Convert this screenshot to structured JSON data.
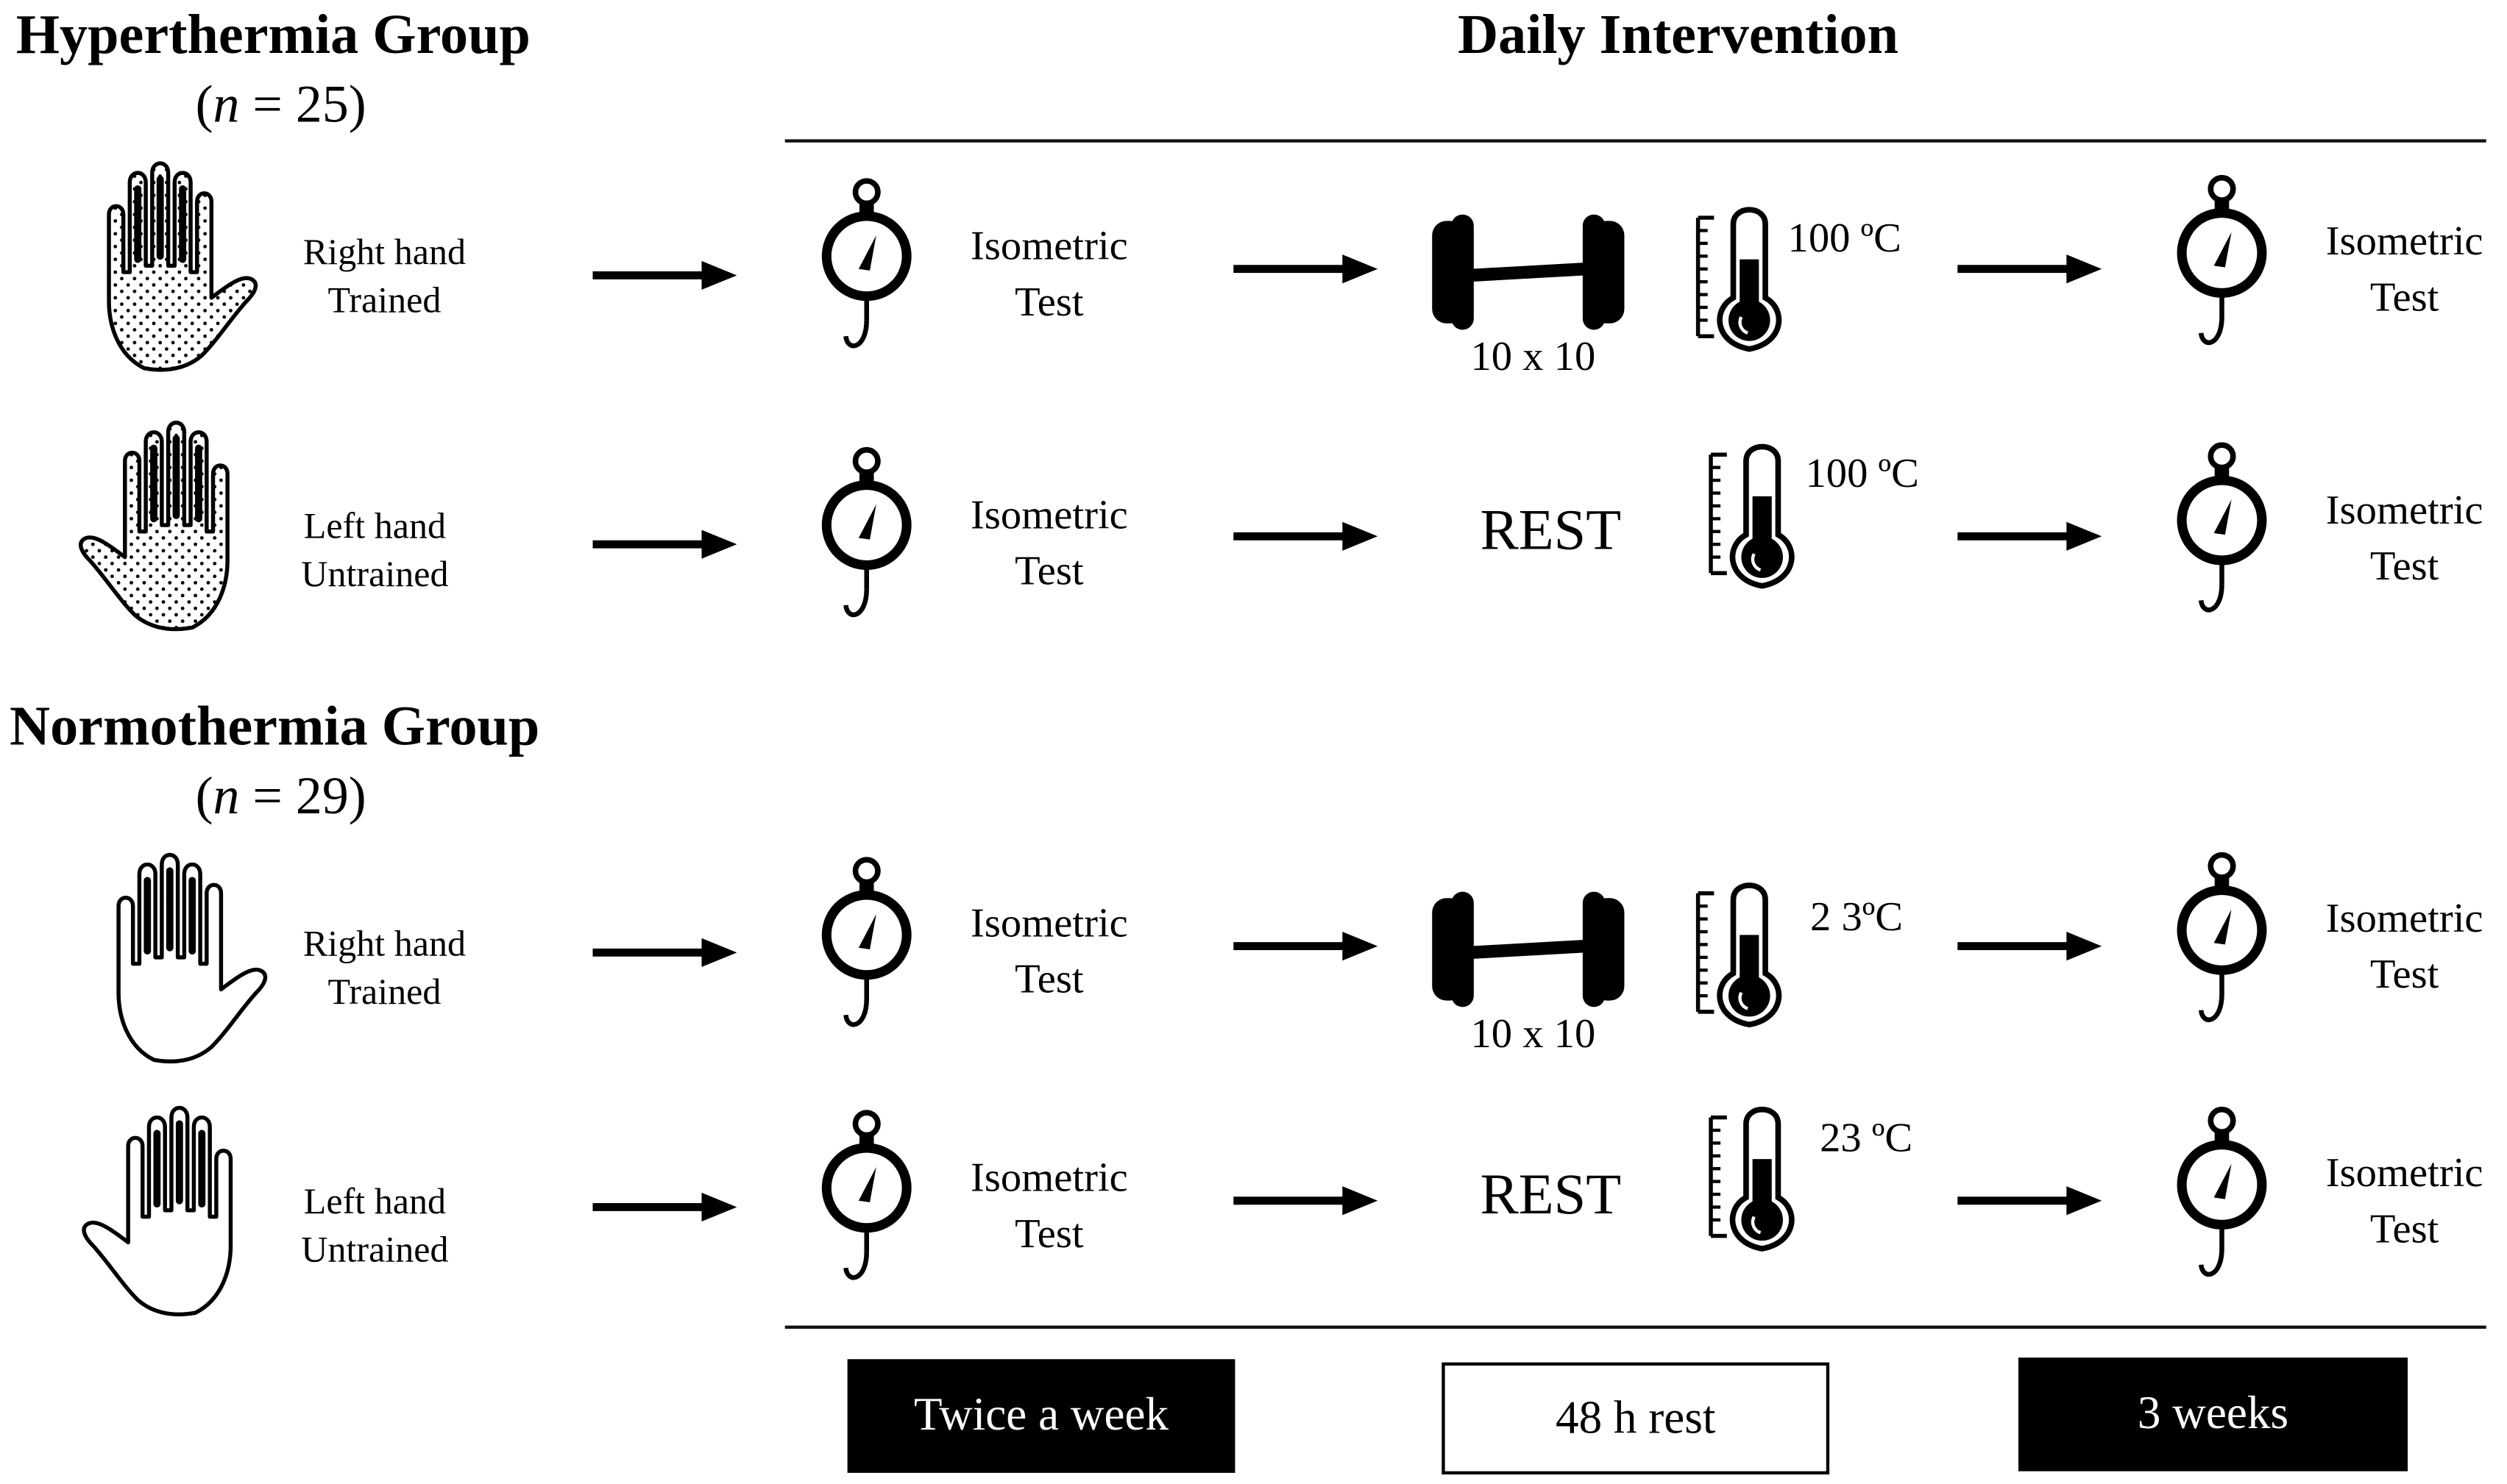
{
  "groups": [
    {
      "title": "Hyperthermia Group",
      "n_label": "(",
      "n_var": "n",
      "n_value": " = 25)"
    },
    {
      "title": "Normothermia Group",
      "n_label": "(",
      "n_var": "n",
      "n_value": " = 29)"
    }
  ],
  "daily_title": "Daily Intervention",
  "rows": [
    {
      "hand_line1": "Right hand",
      "hand_line2": "Trained",
      "pre_test1": "Isometric",
      "pre_test2": "Test",
      "reps": "10 x 10",
      "temperature": "100 ºC",
      "post_test1": "Isometric",
      "post_test2": "Test"
    },
    {
      "hand_line1": "Left hand",
      "hand_line2": "Untrained",
      "pre_test1": "Isometric",
      "pre_test2": "Test",
      "rest": "REST",
      "temperature": "100 ºC",
      "post_test1": "Isometric",
      "post_test2": "Test"
    },
    {
      "hand_line1": "Right hand",
      "hand_line2": "Trained",
      "pre_test1": "Isometric",
      "pre_test2": "Test",
      "reps": "10 x 10",
      "temperature": "2 3ºC",
      "post_test1": "Isometric",
      "post_test2": "Test"
    },
    {
      "hand_line1": "Left hand",
      "hand_line2": "Untrained",
      "pre_test1": "Isometric",
      "pre_test2": "Test",
      "rest": "REST",
      "temperature": "23 ºC",
      "post_test1": "Isometric",
      "post_test2": "Test"
    }
  ],
  "schedule": {
    "frequency": "Twice a week",
    "rest_period": "48 h rest",
    "duration": "3 weeks"
  },
  "icons": {
    "hand_dotted": "hand-icon-dotted",
    "hand_plain": "hand-icon",
    "dynamometer": "dynamometer-icon",
    "dumbbell": "dumbbell-icon",
    "thermometer": "thermometer-icon",
    "arrow": "arrow-right-icon"
  }
}
